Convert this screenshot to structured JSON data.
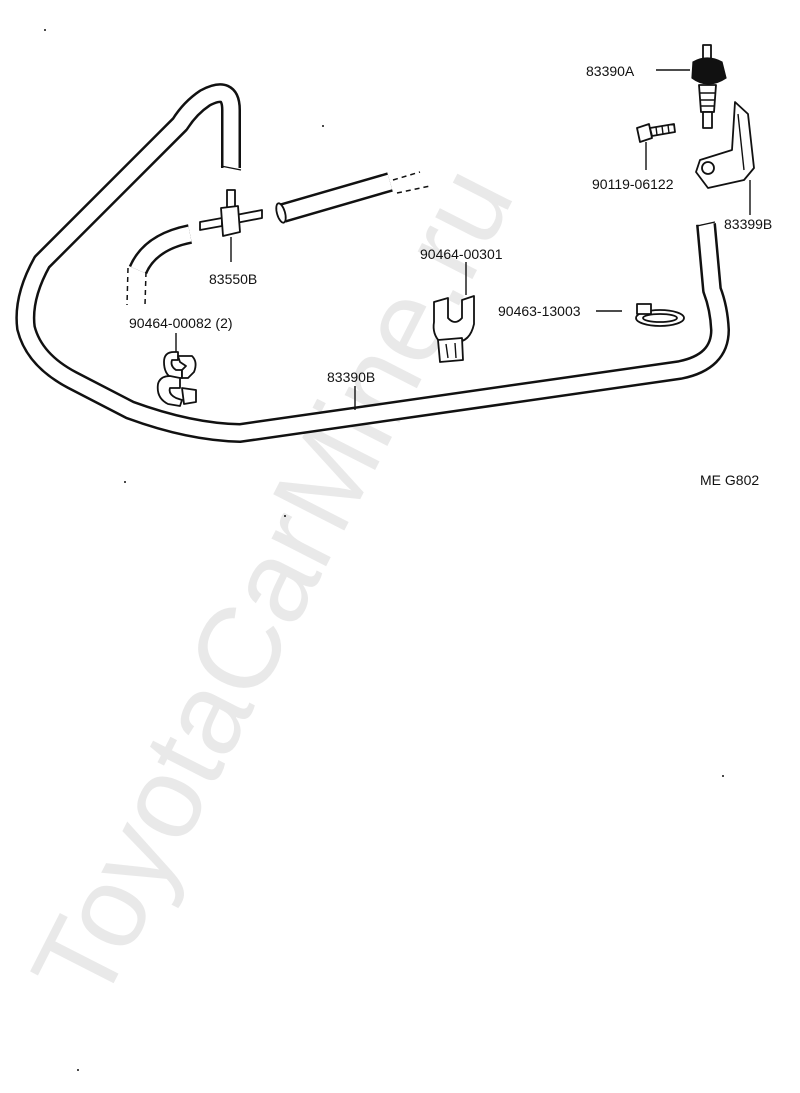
{
  "watermark": "ToyotaCarMine.ru",
  "reference_code": "ME  G802",
  "parts": {
    "p83390A": "83390A",
    "p90119": "90119-06122",
    "p83399B": "83399B",
    "p83550B": "83550B",
    "p90464_00301": "90464-00301",
    "p90463": "90463-13003",
    "p90464_00082": "90464-00082 (2)",
    "p83390B": "83390B"
  }
}
